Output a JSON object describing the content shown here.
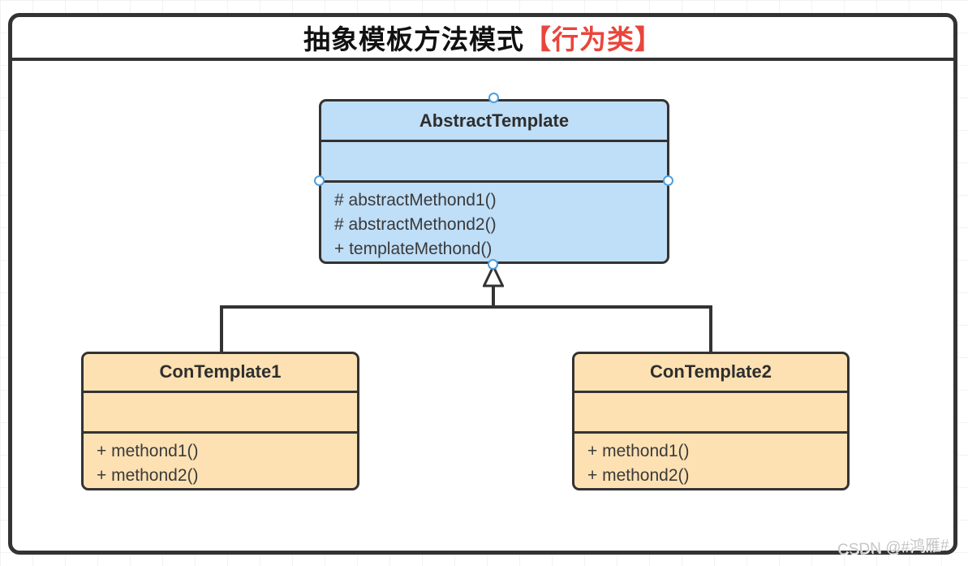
{
  "header": {
    "title_main": "抽象模板方法模式",
    "title_tag": "【行为类】",
    "title_tag_color": "#e8463c"
  },
  "classes": [
    {
      "name": "AbstractTemplate",
      "attributes": [],
      "methods": [
        "# abstractMethond1()",
        "# abstractMethond2()",
        "+ templateMethond()"
      ]
    },
    {
      "name": "ConTemplate1",
      "attributes": [],
      "methods": [
        "+ methond1()",
        "+ methond2()"
      ]
    },
    {
      "name": "ConTemplate2",
      "attributes": [],
      "methods": [
        "+ methond1()",
        "+ methond2()"
      ]
    }
  ],
  "relations": [
    {
      "type": "generalization",
      "from": "ConTemplate1",
      "to": "AbstractTemplate"
    },
    {
      "type": "generalization",
      "from": "ConTemplate2",
      "to": "AbstractTemplate"
    }
  ],
  "colors": {
    "frame_border": "#333333",
    "abstract_class_fill": "#bfdef7",
    "concrete_class_fill": "#fde1b3",
    "connector": "#333333",
    "selection_handle_ring": "#4d9fe0",
    "watermark_text": "#c6c6c6"
  },
  "watermark": "CSDN @#鸿雁#"
}
